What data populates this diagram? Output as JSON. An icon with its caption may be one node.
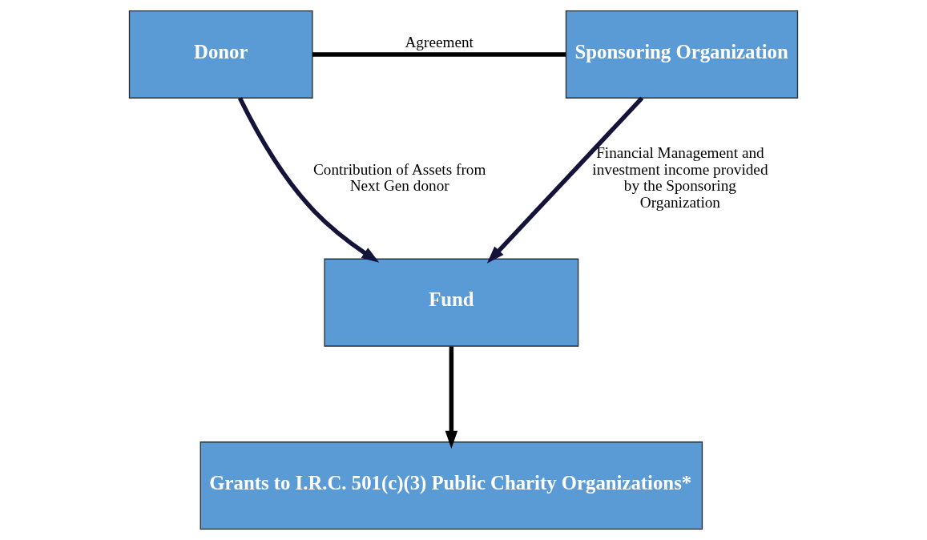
{
  "diagram": {
    "nodes": [
      {
        "text": [
          "Donor"
        ]
      },
      {
        "text": [
          "Sponsoring Organization"
        ]
      },
      {
        "text": [
          "Fund"
        ]
      },
      {
        "text": [
          "Grants to I.R.C. 501(c)(3) Public Charity Organizations*"
        ]
      }
    ],
    "edges": [
      {
        "from": 0,
        "to": 1,
        "arrow": "none",
        "label": "Agreement"
      },
      {
        "from": 0,
        "to": 2,
        "arrow": "to",
        "label": "Contribution of Assets from Next Gen donor",
        "color": "#14143a"
      },
      {
        "from": 1,
        "to": 2,
        "arrow": "to",
        "label": "Financial Management and investment income provided by the Sponsoring Organization",
        "color": "#14143a"
      },
      {
        "from": 2,
        "to": 3,
        "arrow": "to"
      }
    ]
  }
}
